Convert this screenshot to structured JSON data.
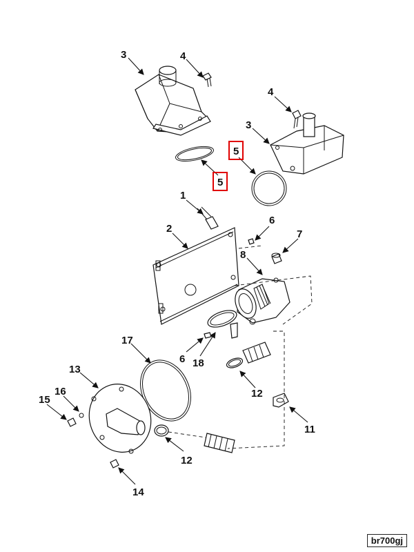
{
  "callouts": {
    "c3a": "3",
    "c4a": "4",
    "c5a": "5",
    "c4b": "4",
    "c3b": "3",
    "c5b": "5",
    "c1": "1",
    "c2": "2",
    "c6a": "6",
    "c7": "7",
    "c8": "8",
    "c17": "17",
    "c6b": "6",
    "c18": "18",
    "c12a": "12",
    "c13": "13",
    "c16": "16",
    "c15": "15",
    "c11": "11",
    "c12b": "12",
    "c14": "14"
  },
  "figure_id": "br700gj",
  "colors": {
    "line": "#111111",
    "highlight": "#e00000",
    "background": "#ffffff"
  }
}
